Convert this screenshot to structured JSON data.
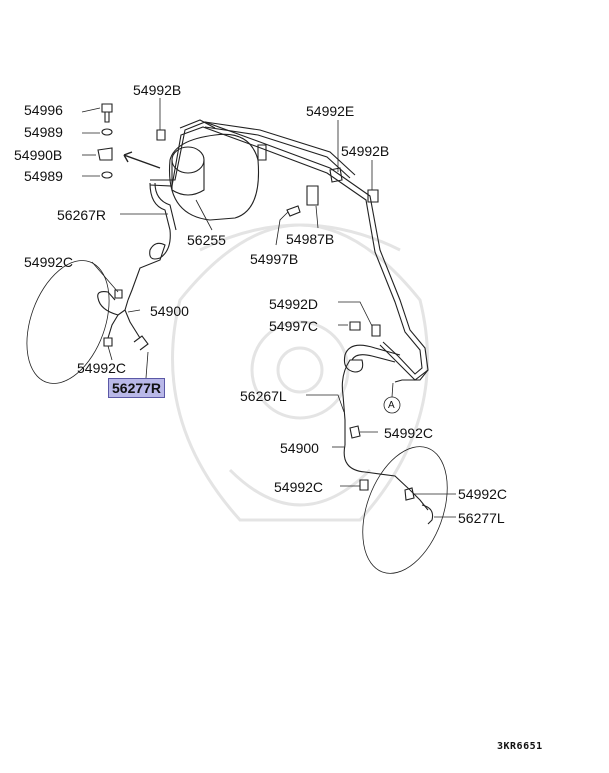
{
  "diagram": {
    "code": "3KR6651",
    "labels": {
      "p54996": "54996",
      "p54989a": "54989",
      "p54990B": "54990B",
      "p54989b": "54989",
      "p54992B_top": "54992B",
      "p54992E": "54992E",
      "p54992B_right": "54992B",
      "p56267R": "56267R",
      "p56255": "56255",
      "p54987B": "54987B",
      "p54997B": "54997B",
      "p54992C_left": "54992C",
      "p54900_left": "54900",
      "p54992C_left2": "54992C",
      "p56277R": "56277R",
      "p54992D": "54992D",
      "p54997C": "54997C",
      "p56267L": "56267L",
      "p54900_right": "54900",
      "p54992C_mid": "54992C",
      "p54992C_low": "54992C",
      "p54992C_right": "54992C",
      "p56277L": "56277L",
      "marker_a": "A"
    }
  }
}
